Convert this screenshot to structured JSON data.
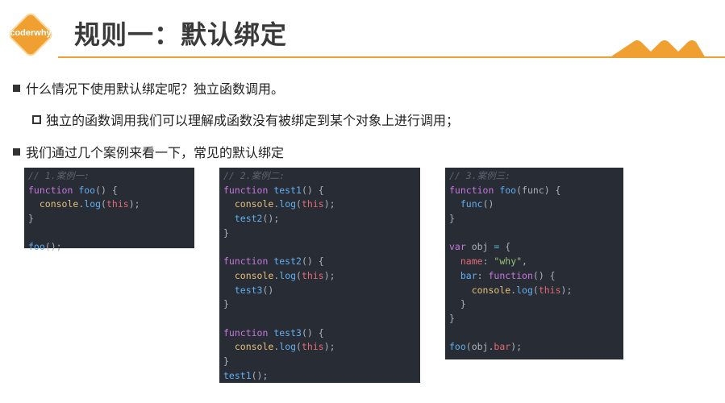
{
  "logo": {
    "text": "coderwhy",
    "color": "#f0a030"
  },
  "title": "规则一：默认绑定",
  "accent_color": "#f0a030",
  "bullets": [
    {
      "level": 1,
      "text": "什么情况下使用默认绑定呢？独立函数调用。"
    },
    {
      "level": 2,
      "text": "独立的函数调用我们可以理解成函数没有被绑定到某个对象上进行调用；"
    },
    {
      "level": 1,
      "text": "我们通过几个案例来看一下，常见的默认绑定"
    }
  ],
  "code_blocks": [
    {
      "lines": [
        [
          [
            "cm",
            "// 1.案例一:"
          ]
        ],
        [
          [
            "kw",
            "function "
          ],
          [
            "fn",
            "foo"
          ],
          [
            "pl",
            "() {"
          ]
        ],
        [
          [
            "pl",
            "  "
          ],
          [
            "ob",
            "console"
          ],
          [
            "pl",
            "."
          ],
          [
            "fn",
            "log"
          ],
          [
            "pl",
            "("
          ],
          [
            "th",
            "this"
          ],
          [
            "pl",
            ");"
          ]
        ],
        [
          [
            "pl",
            "}"
          ]
        ],
        [],
        [
          [
            "fn",
            "foo"
          ],
          [
            "pl",
            "();"
          ]
        ]
      ]
    },
    {
      "lines": [
        [
          [
            "cm",
            "// 2.案例二:"
          ]
        ],
        [
          [
            "kw",
            "function "
          ],
          [
            "fn",
            "test1"
          ],
          [
            "pl",
            "() {"
          ]
        ],
        [
          [
            "pl",
            "  "
          ],
          [
            "ob",
            "console"
          ],
          [
            "pl",
            "."
          ],
          [
            "fn",
            "log"
          ],
          [
            "pl",
            "("
          ],
          [
            "th",
            "this"
          ],
          [
            "pl",
            ");"
          ]
        ],
        [
          [
            "pl",
            "  "
          ],
          [
            "fn",
            "test2"
          ],
          [
            "pl",
            "();"
          ]
        ],
        [
          [
            "pl",
            "}"
          ]
        ],
        [],
        [
          [
            "kw",
            "function "
          ],
          [
            "fn",
            "test2"
          ],
          [
            "pl",
            "() {"
          ]
        ],
        [
          [
            "pl",
            "  "
          ],
          [
            "ob",
            "console"
          ],
          [
            "pl",
            "."
          ],
          [
            "fn",
            "log"
          ],
          [
            "pl",
            "("
          ],
          [
            "th",
            "this"
          ],
          [
            "pl",
            ");"
          ]
        ],
        [
          [
            "pl",
            "  "
          ],
          [
            "fn",
            "test3"
          ],
          [
            "pl",
            "()"
          ]
        ],
        [
          [
            "pl",
            "}"
          ]
        ],
        [],
        [
          [
            "kw",
            "function "
          ],
          [
            "fn",
            "test3"
          ],
          [
            "pl",
            "() {"
          ]
        ],
        [
          [
            "pl",
            "  "
          ],
          [
            "ob",
            "console"
          ],
          [
            "pl",
            "."
          ],
          [
            "fn",
            "log"
          ],
          [
            "pl",
            "("
          ],
          [
            "th",
            "this"
          ],
          [
            "pl",
            ");"
          ]
        ],
        [
          [
            "pl",
            "}"
          ]
        ],
        [
          [
            "fn",
            "test1"
          ],
          [
            "pl",
            "();"
          ]
        ]
      ]
    },
    {
      "lines": [
        [
          [
            "cm",
            "// 3.案例三:"
          ]
        ],
        [
          [
            "kw",
            "function "
          ],
          [
            "fn",
            "foo"
          ],
          [
            "pl",
            "(func) {"
          ]
        ],
        [
          [
            "pl",
            "  "
          ],
          [
            "fn",
            "func"
          ],
          [
            "pl",
            "()"
          ]
        ],
        [
          [
            "pl",
            "}"
          ]
        ],
        [],
        [
          [
            "kw",
            "var "
          ],
          [
            "pl",
            "obj "
          ],
          [
            "op",
            "="
          ],
          [
            "pl",
            " {"
          ]
        ],
        [
          [
            "pl",
            "  "
          ],
          [
            "pr",
            "name"
          ],
          [
            "pl",
            ": "
          ],
          [
            "st",
            "\"why\""
          ],
          [
            "pl",
            ","
          ]
        ],
        [
          [
            "pl",
            "  "
          ],
          [
            "fn",
            "bar"
          ],
          [
            "pl",
            ": "
          ],
          [
            "kw",
            "function"
          ],
          [
            "pl",
            "() {"
          ]
        ],
        [
          [
            "pl",
            "    "
          ],
          [
            "ob",
            "console"
          ],
          [
            "pl",
            "."
          ],
          [
            "fn",
            "log"
          ],
          [
            "pl",
            "("
          ],
          [
            "th",
            "this"
          ],
          [
            "pl",
            ");"
          ]
        ],
        [
          [
            "pl",
            "  }"
          ]
        ],
        [
          [
            "pl",
            "}"
          ]
        ],
        [],
        [
          [
            "fn",
            "foo"
          ],
          [
            "pl",
            "(obj."
          ],
          [
            "pr",
            "bar"
          ],
          [
            "pl",
            ");"
          ]
        ]
      ]
    }
  ]
}
